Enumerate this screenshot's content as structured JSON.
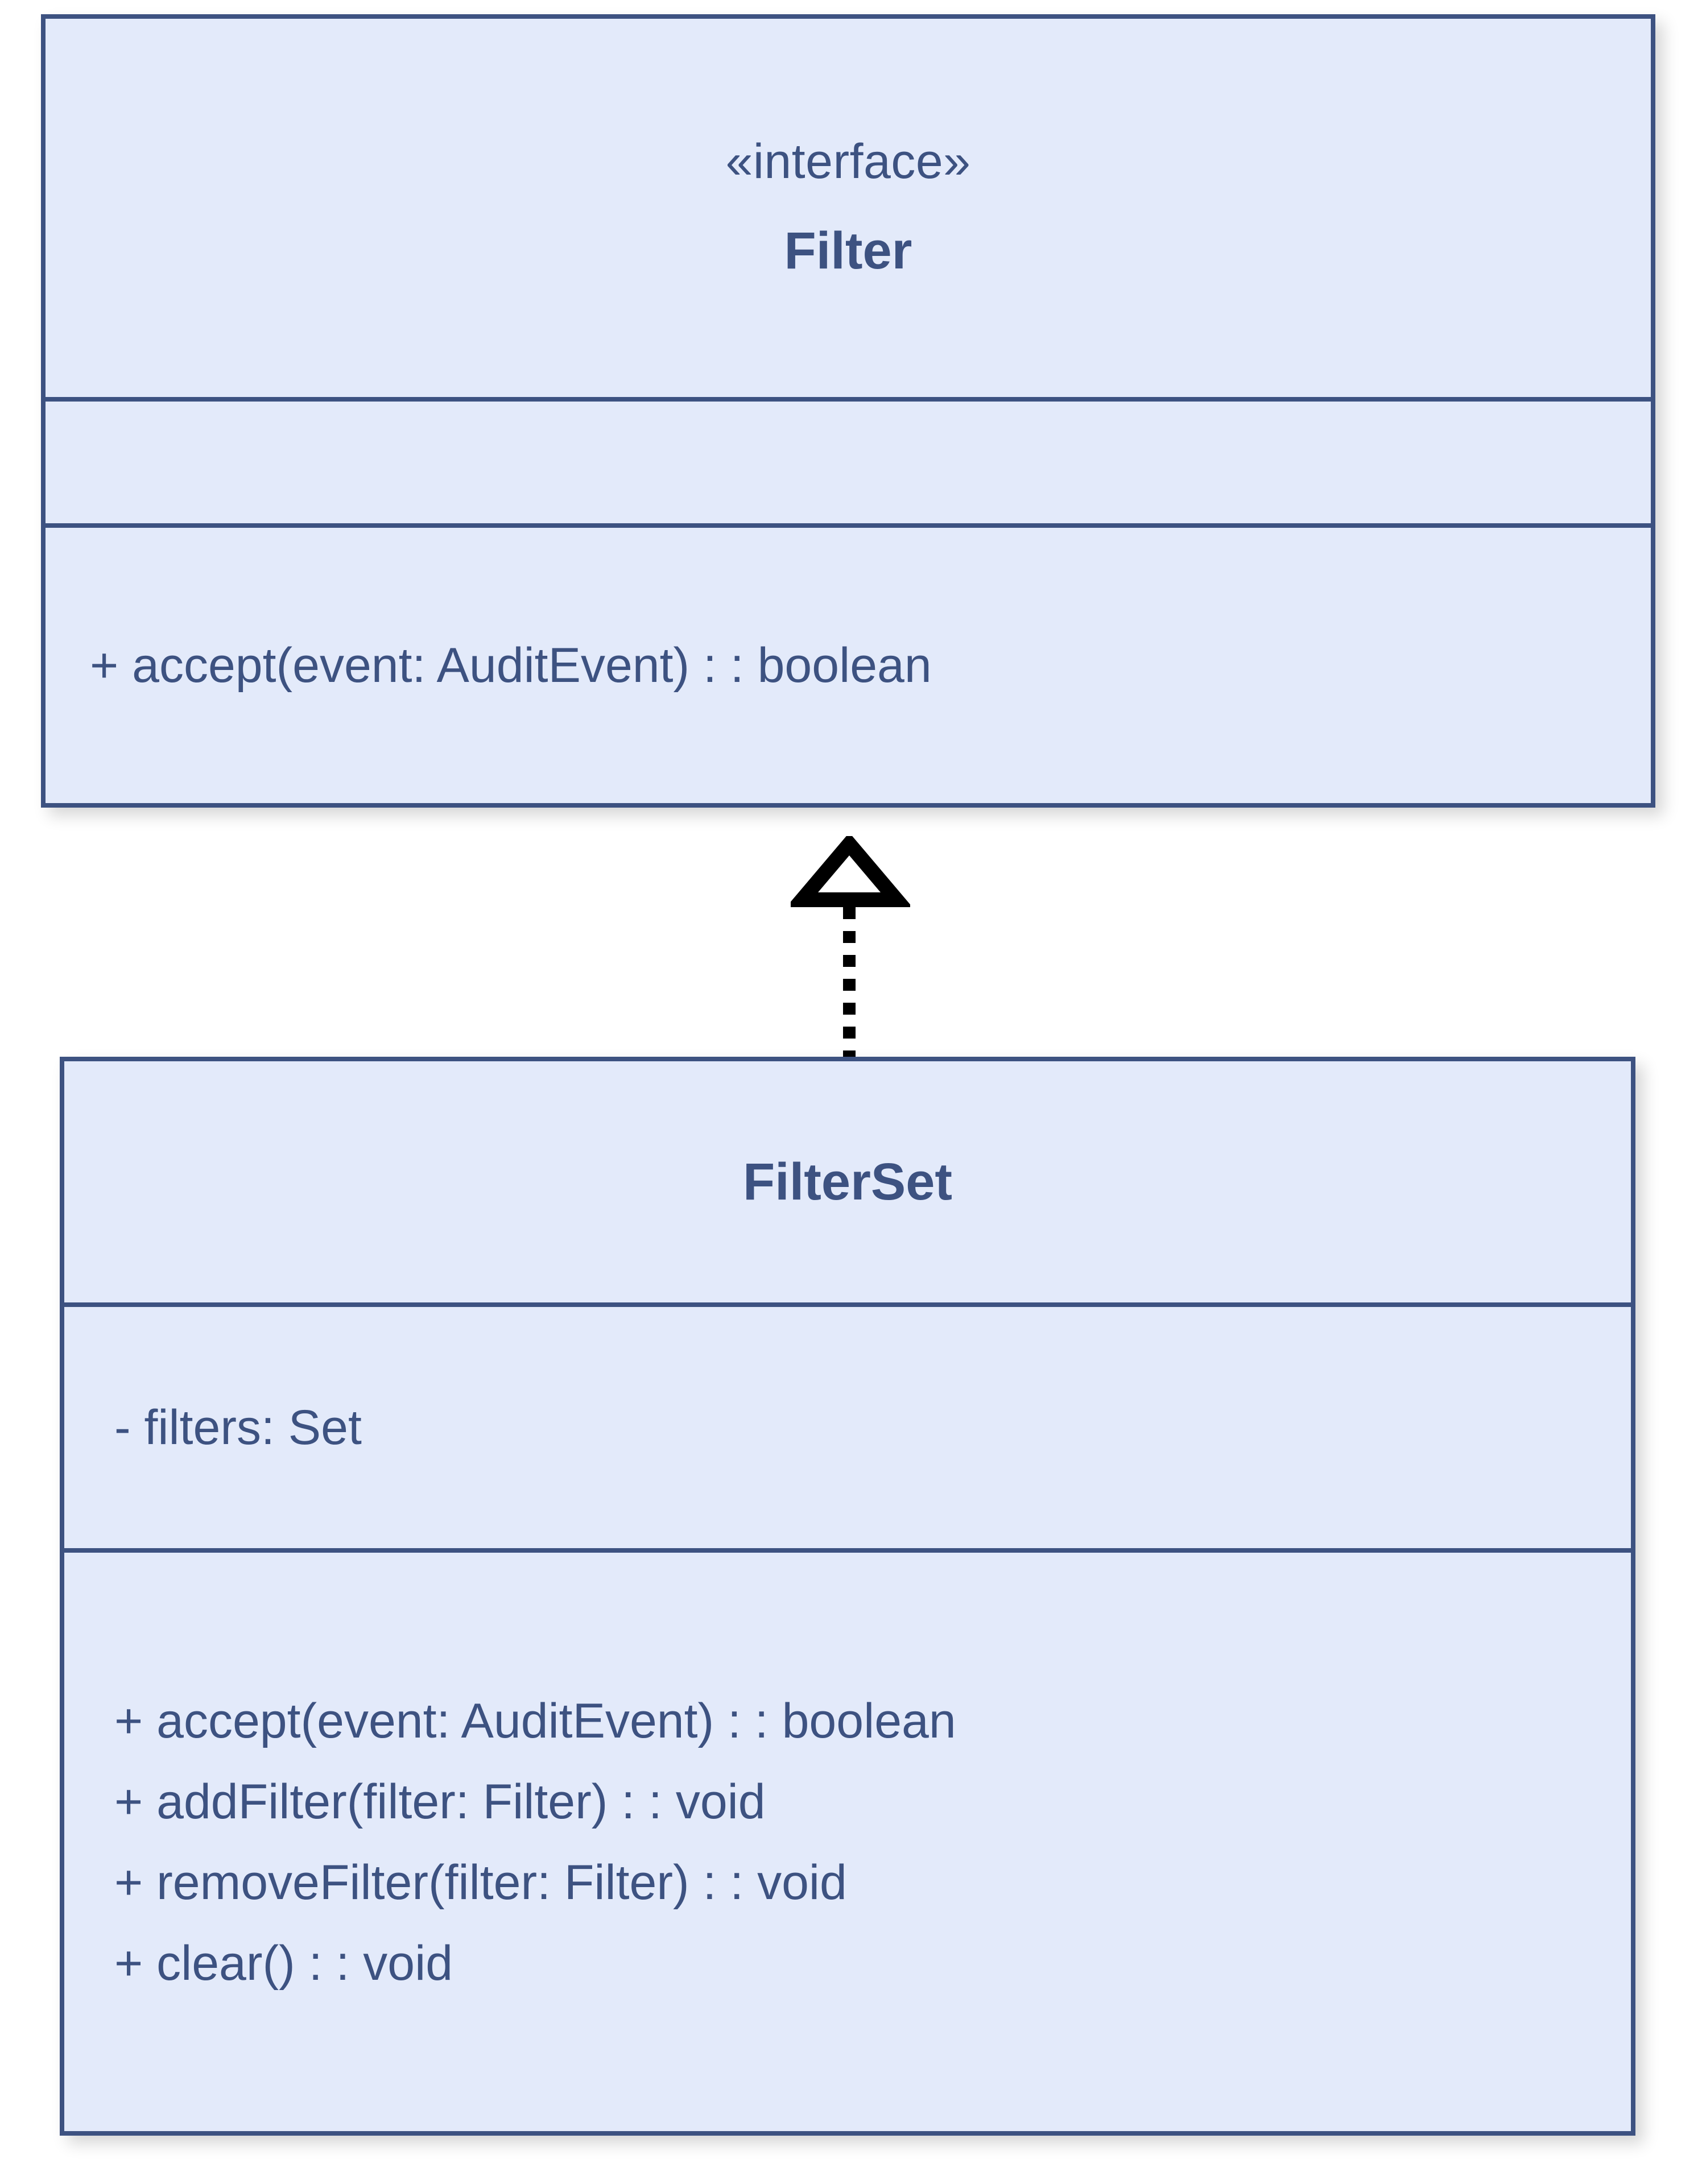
{
  "diagram": {
    "type": "uml-class-diagram",
    "background_color": "#ffffff",
    "classes": [
      {
        "id": "filter",
        "stereotype": "«interface»",
        "name": "Filter",
        "attributes": [],
        "operations": [
          "+ accept(event: AuditEvent) : : boolean"
        ]
      },
      {
        "id": "filterset",
        "stereotype": "",
        "name": "FilterSet",
        "attributes": [
          "- filters: Set"
        ],
        "operations": [
          "+ accept(event: AuditEvent) : : boolean",
          "+ addFilter(filter: Filter) : : void",
          "+ removeFilter(filter: Filter) : : void",
          "+ clear() : : void"
        ]
      }
    ],
    "relationships": [
      {
        "kind": "realization",
        "from": "FilterSet",
        "to": "Filter",
        "line_style": "dotted",
        "arrowhead": "hollow-triangle",
        "arrow_color": "#000000"
      }
    ],
    "colors": {
      "class_fill": "#e3eafa",
      "class_border": "#3d5281",
      "class_text": "#3d5281",
      "connector": "#000000"
    }
  }
}
